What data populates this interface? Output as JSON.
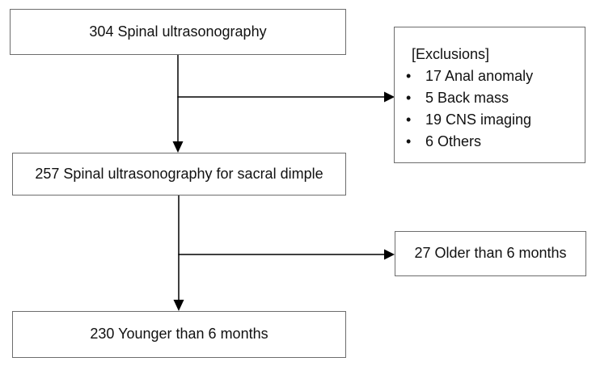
{
  "diagram": {
    "type": "flowchart",
    "bullet": "•",
    "colors": {
      "background": "#ffffff",
      "box_border": "#6d6d6d",
      "arrow": "#000000",
      "text": "#111111"
    },
    "nodes": {
      "top": {
        "label": "304 Spinal ultrasonography"
      },
      "exclusions": {
        "header": "[Exclusions]",
        "items": [
          "17 Anal anomaly",
          "5 Back mass",
          "19 CNS imaging",
          "6 Others"
        ]
      },
      "middle": {
        "label": "257 Spinal ultrasonography for sacral dimple"
      },
      "older": {
        "label": "27 Older than 6 months"
      },
      "bottom": {
        "label": "230 Younger than 6 months"
      }
    },
    "edges": [
      {
        "from": "top",
        "to": "middle"
      },
      {
        "from": "top",
        "to": "exclusions"
      },
      {
        "from": "middle",
        "to": "bottom"
      },
      {
        "from": "middle",
        "to": "older"
      }
    ]
  }
}
